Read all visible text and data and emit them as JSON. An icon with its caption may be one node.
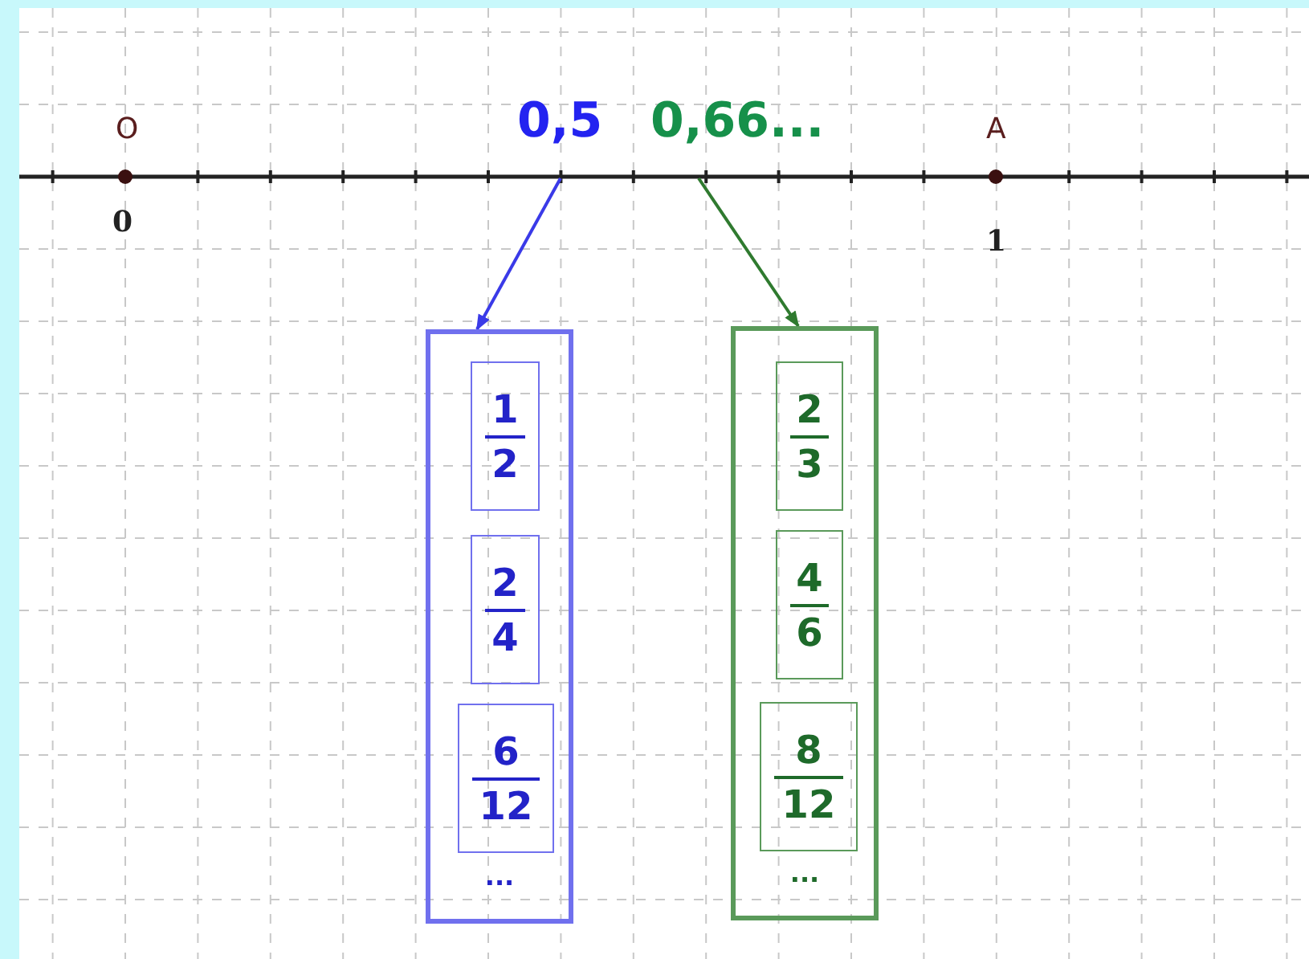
{
  "diagram": {
    "nodes": [
      {
        "text": [
          "0,5"
        ]
      },
      {
        "text": [
          "0,66..."
        ]
      },
      {
        "text": [
          "..."
        ]
      },
      {
        "text": [
          "1",
          "2"
        ],
        "in": 2
      },
      {
        "text": [
          "2",
          "4"
        ],
        "in": 2
      },
      {
        "text": [
          "6",
          "12"
        ],
        "in": 2
      },
      {
        "text": [
          "..."
        ]
      },
      {
        "text": [
          "2",
          "3"
        ],
        "in": 6
      },
      {
        "text": [
          "4",
          "6"
        ],
        "in": 6
      },
      {
        "text": [
          "8",
          "12"
        ],
        "in": 6
      }
    ],
    "edges": [
      {
        "from": 0,
        "to": 2,
        "arrow": "to",
        "color": "#3a3ae8"
      },
      {
        "from": 1,
        "to": 6,
        "arrow": "to",
        "color": "#2f7a2f"
      }
    ],
    "labels": [
      "O",
      "A",
      "0",
      "1"
    ]
  }
}
